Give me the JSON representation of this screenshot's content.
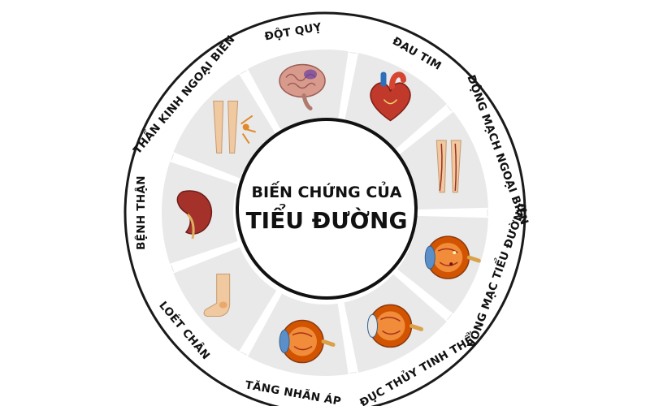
{
  "center": {
    "line1": "BIẾN CHỨNG CỦA",
    "line2": "TIỂU ĐƯỜNG"
  },
  "segments": [
    {
      "label": "ĐỘT QUỴ",
      "icon": "brain-icon"
    },
    {
      "label": "ĐAU TIM",
      "icon": "heart-icon"
    },
    {
      "label": "ĐỘNG MẠCH NGOẠI BIÊN",
      "icon": "legs-arteries-icon"
    },
    {
      "label": "VÕNG MẠC TIỂU ĐƯỜNG",
      "icon": "eye-retina-icon"
    },
    {
      "label": "ĐỤC THỦY TINH THỂ",
      "icon": "eye-cataract-icon"
    },
    {
      "label": "TĂNG NHÃN ÁP",
      "icon": "eye-glaucoma-icon"
    },
    {
      "label": "LOÉT CHÂN",
      "icon": "foot-ulcer-icon"
    },
    {
      "label": "BỆNH THẬN",
      "icon": "kidney-icon"
    },
    {
      "label": "THẦN KINH NGOẠI BIÊN",
      "icon": "legs-nerve-icon"
    }
  ],
  "colors": {
    "ring": "#1a1a1a",
    "panel": "#e9e9e9",
    "panel_edge": "#ffffff",
    "heart": "#c0392b",
    "brain": "#d99a8e",
    "eye": "#d35400",
    "skin": "#f0c9a0",
    "kidney": "#a5322a"
  }
}
